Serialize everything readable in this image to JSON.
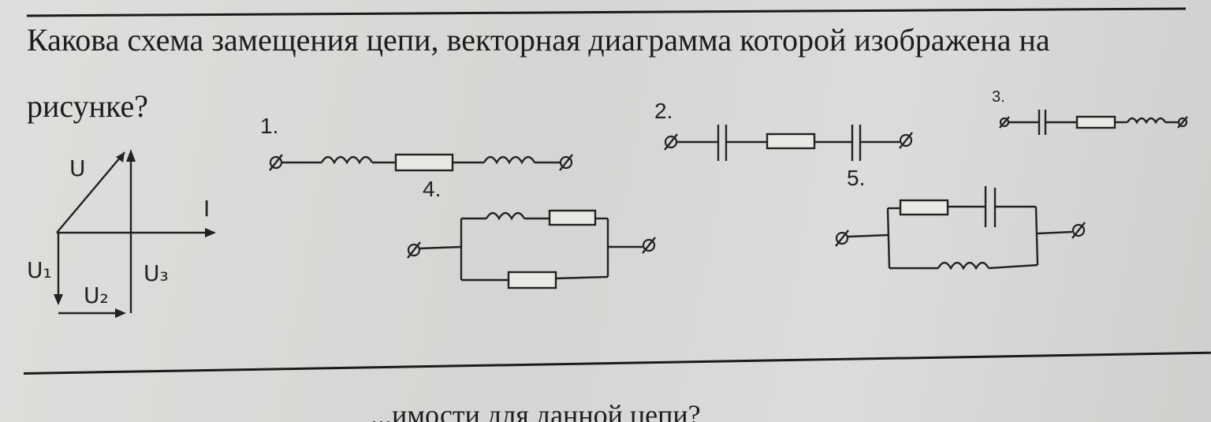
{
  "question": {
    "line1": "Какова схема замещения цепи, векторная диаграмма которой изображена на",
    "line2": "рисунке?"
  },
  "vector_diagram": {
    "labels": {
      "U": "U",
      "I": "I",
      "U1": "U₁",
      "U2": "U₂",
      "U3": "U₃"
    }
  },
  "options": [
    {
      "number": "1.",
      "elements": [
        "terminal",
        "inductor",
        "resistor",
        "inductor",
        "terminal"
      ]
    },
    {
      "number": "2.",
      "elements": [
        "terminal",
        "capacitor",
        "resistor",
        "capacitor",
        "terminal"
      ]
    },
    {
      "number": "3.",
      "elements": [
        "terminal",
        "capacitor",
        "resistor",
        "inductor",
        "terminal"
      ]
    },
    {
      "number": "4.",
      "elements": [
        "terminal",
        "parallel: [inductor + resistor] || [resistor]",
        "terminal"
      ]
    },
    {
      "number": "5.",
      "elements": [
        "terminal",
        "parallel: [resistor + capacitor] || [inductor]",
        "terminal"
      ]
    }
  ],
  "next_question_partial": "...имости для данной цепи?",
  "colors": {
    "ink": "#1e1e1e",
    "paper": "#d9d9d7"
  }
}
